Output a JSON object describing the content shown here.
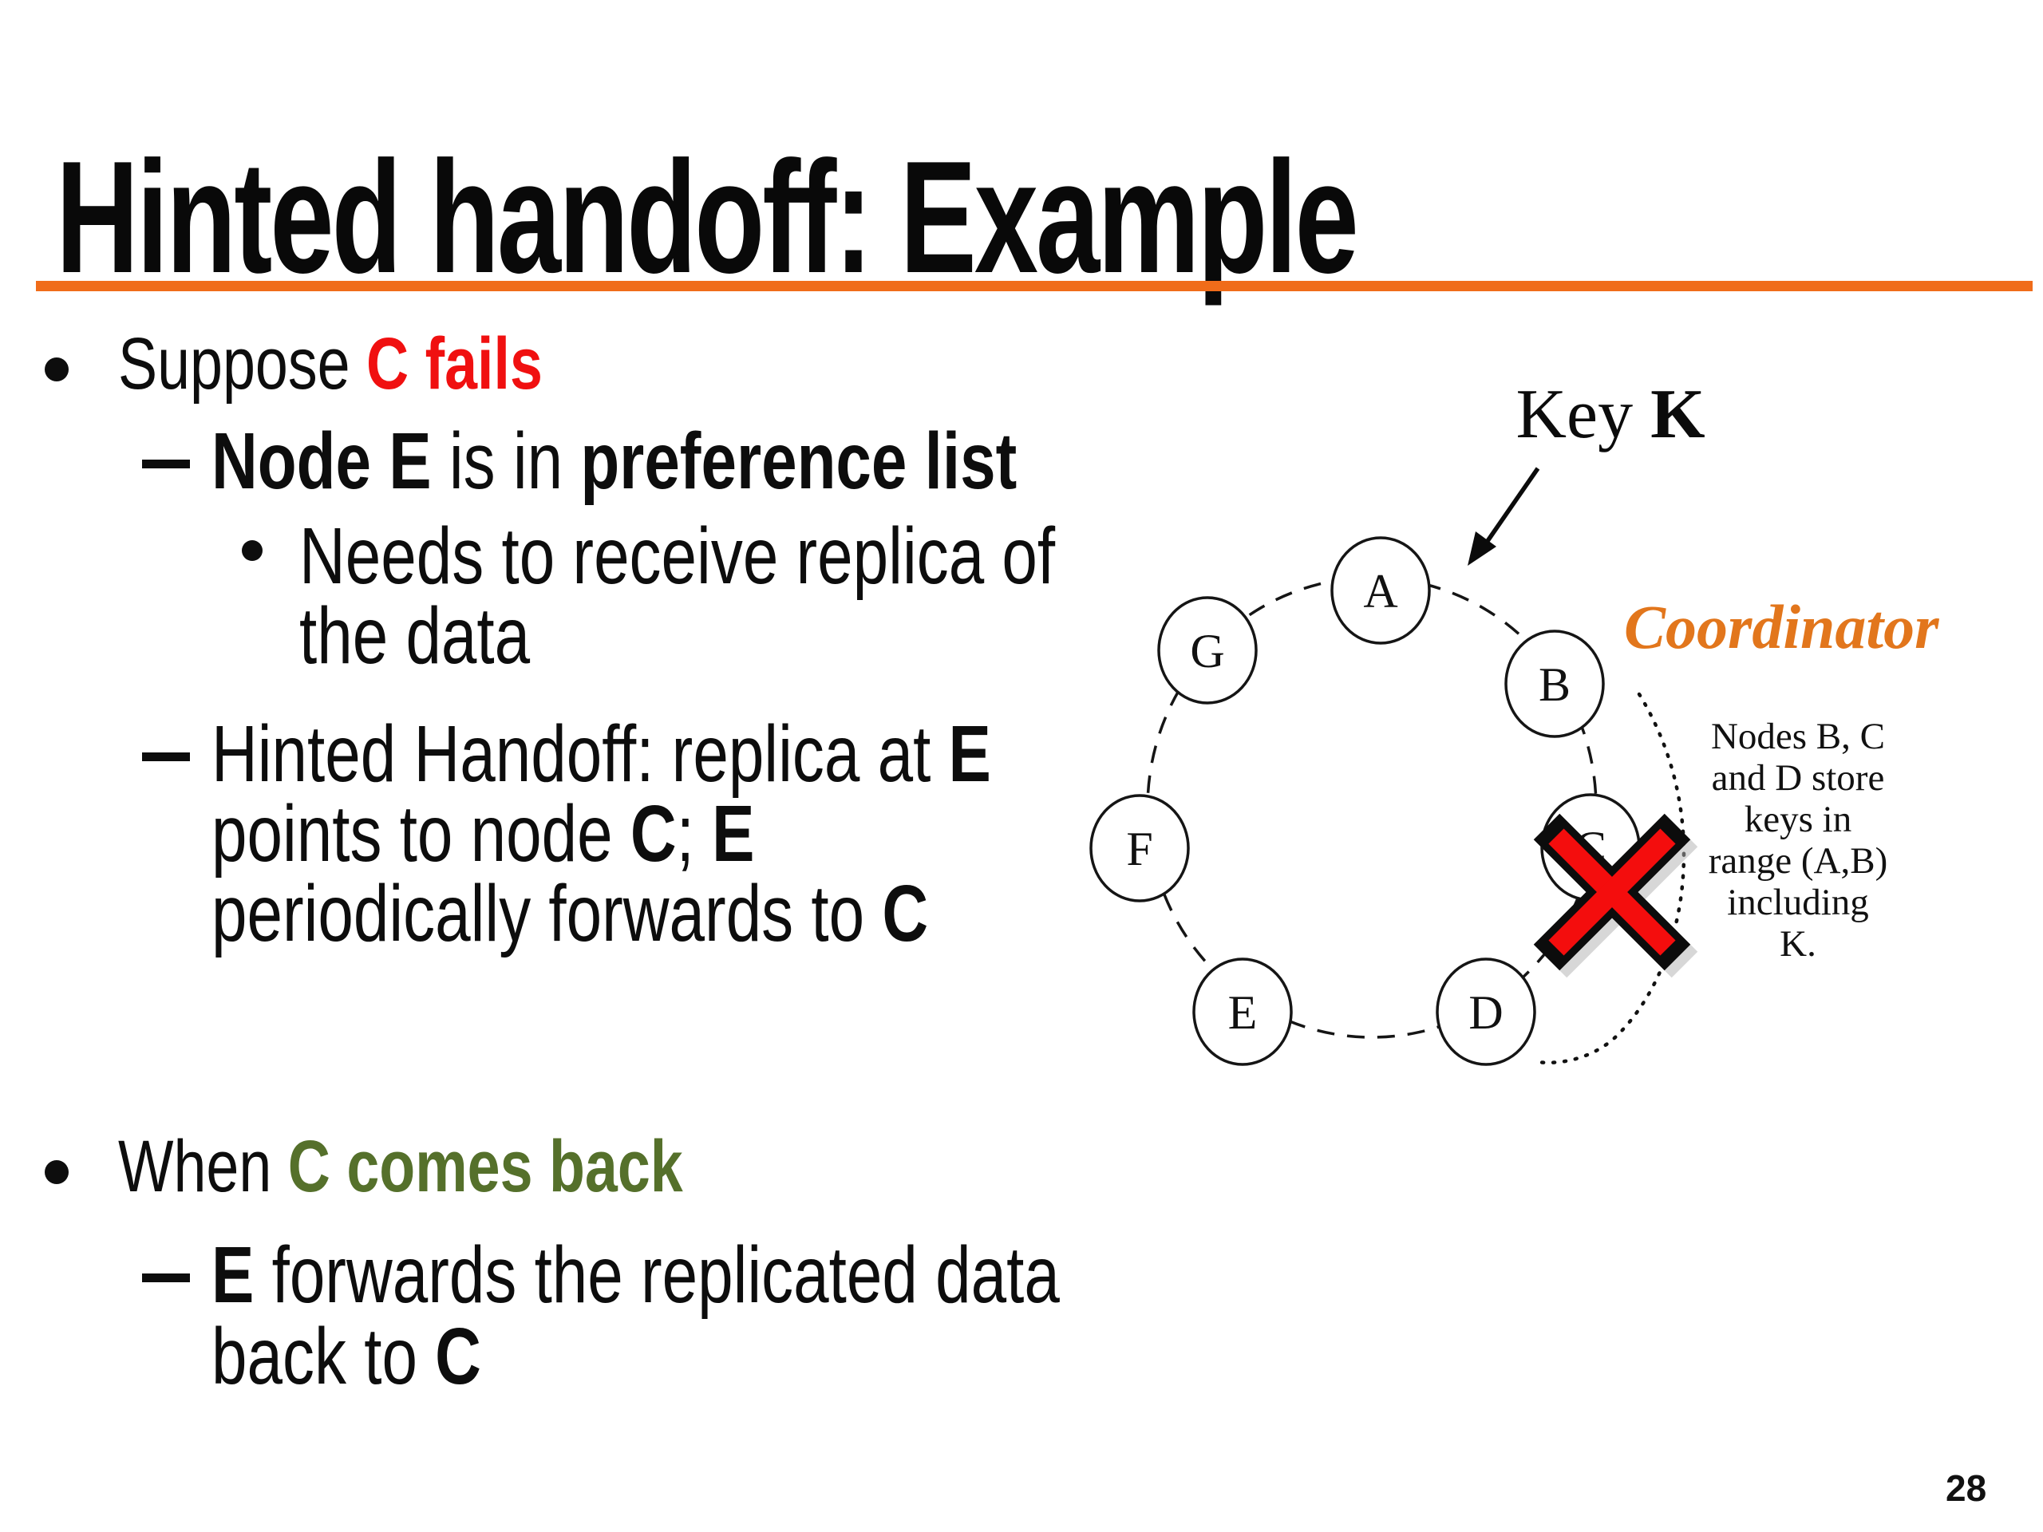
{
  "slide": {
    "title": "Hinted handoff: Example",
    "page_number": "28",
    "colors": {
      "accent_rule_orange": "#F06C1A",
      "fail_red": "#F01010",
      "recover_green": "#55702B",
      "coordinator_orange": "#E2761C"
    }
  },
  "bullets": {
    "b1_prefix": "Suppose ",
    "b1_highlight": "C fails",
    "b2_bold1": "Node E",
    "b2_mid": " is in ",
    "b2_bold2": "preference list",
    "b3_line1": "Needs to receive replica of",
    "b3_line2": "the data",
    "b4_line1_prefix": "Hinted Handoff: replica at ",
    "b4_line1_bold": "E",
    "b4_line2_prefix": "points to node ",
    "b4_line2_bold1": "C",
    "b4_line2_mid": "; ",
    "b4_line2_bold2": "E",
    "b4_line3_prefix": "periodically forwards to ",
    "b4_line3_bold": "C",
    "b5_prefix": "When ",
    "b5_highlight": "C comes back",
    "b6_line1_bold": "E",
    "b6_line1_rest": " forwards the replicated data",
    "b6_line2_prefix": "back to ",
    "b6_line2_bold": "C"
  },
  "diagram": {
    "key_label_prefix": "Key ",
    "key_label_bold": "K",
    "coordinator_label": "Coordinator",
    "note_lines": [
      "Nodes B, C",
      "and D store",
      "keys in",
      "range (A,B)",
      "including",
      "K."
    ],
    "nodes": [
      {
        "label": "A"
      },
      {
        "label": "G"
      },
      {
        "label": "B"
      },
      {
        "label": "F"
      },
      {
        "label": "C"
      },
      {
        "label": "E"
      },
      {
        "label": "D"
      }
    ],
    "failed_node": "C"
  }
}
